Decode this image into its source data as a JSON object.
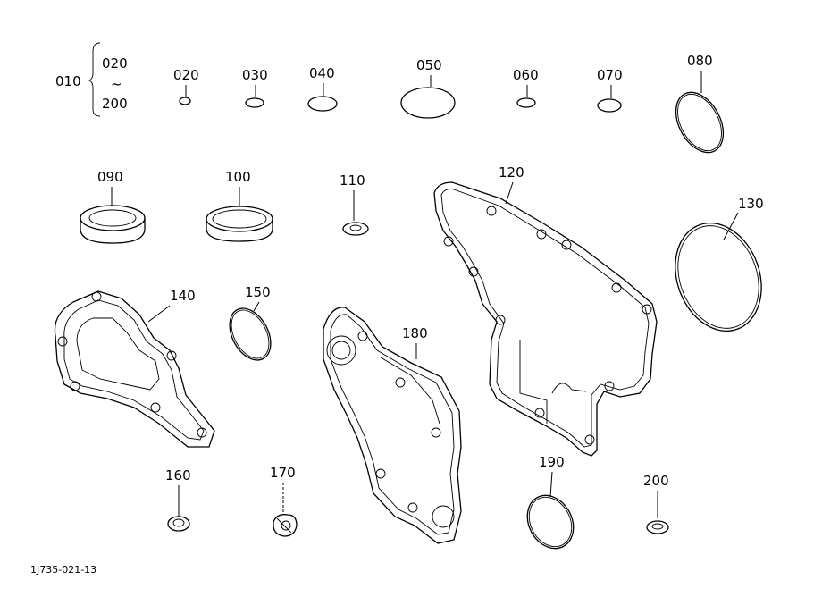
{
  "diagram": {
    "group": {
      "label": "010",
      "range_start": "020",
      "range_sep": "~",
      "range_end": "200"
    },
    "parts": [
      {
        "id": "020",
        "name": "o-ring-020"
      },
      {
        "id": "030",
        "name": "o-ring-030"
      },
      {
        "id": "040",
        "name": "o-ring-040"
      },
      {
        "id": "050",
        "name": "o-ring-050"
      },
      {
        "id": "060",
        "name": "o-ring-060"
      },
      {
        "id": "070",
        "name": "o-ring-070"
      },
      {
        "id": "080",
        "name": "o-ring-080"
      },
      {
        "id": "090",
        "name": "oil-seal-090"
      },
      {
        "id": "100",
        "name": "oil-seal-100"
      },
      {
        "id": "110",
        "name": "washer-110"
      },
      {
        "id": "120",
        "name": "gasket-120"
      },
      {
        "id": "130",
        "name": "o-ring-130"
      },
      {
        "id": "140",
        "name": "gasket-140"
      },
      {
        "id": "150",
        "name": "o-ring-150"
      },
      {
        "id": "160",
        "name": "washer-160"
      },
      {
        "id": "170",
        "name": "clip-170"
      },
      {
        "id": "180",
        "name": "gasket-180"
      },
      {
        "id": "190",
        "name": "o-ring-190"
      },
      {
        "id": "200",
        "name": "washer-200"
      }
    ],
    "footer_code": "1J735-021-13"
  }
}
